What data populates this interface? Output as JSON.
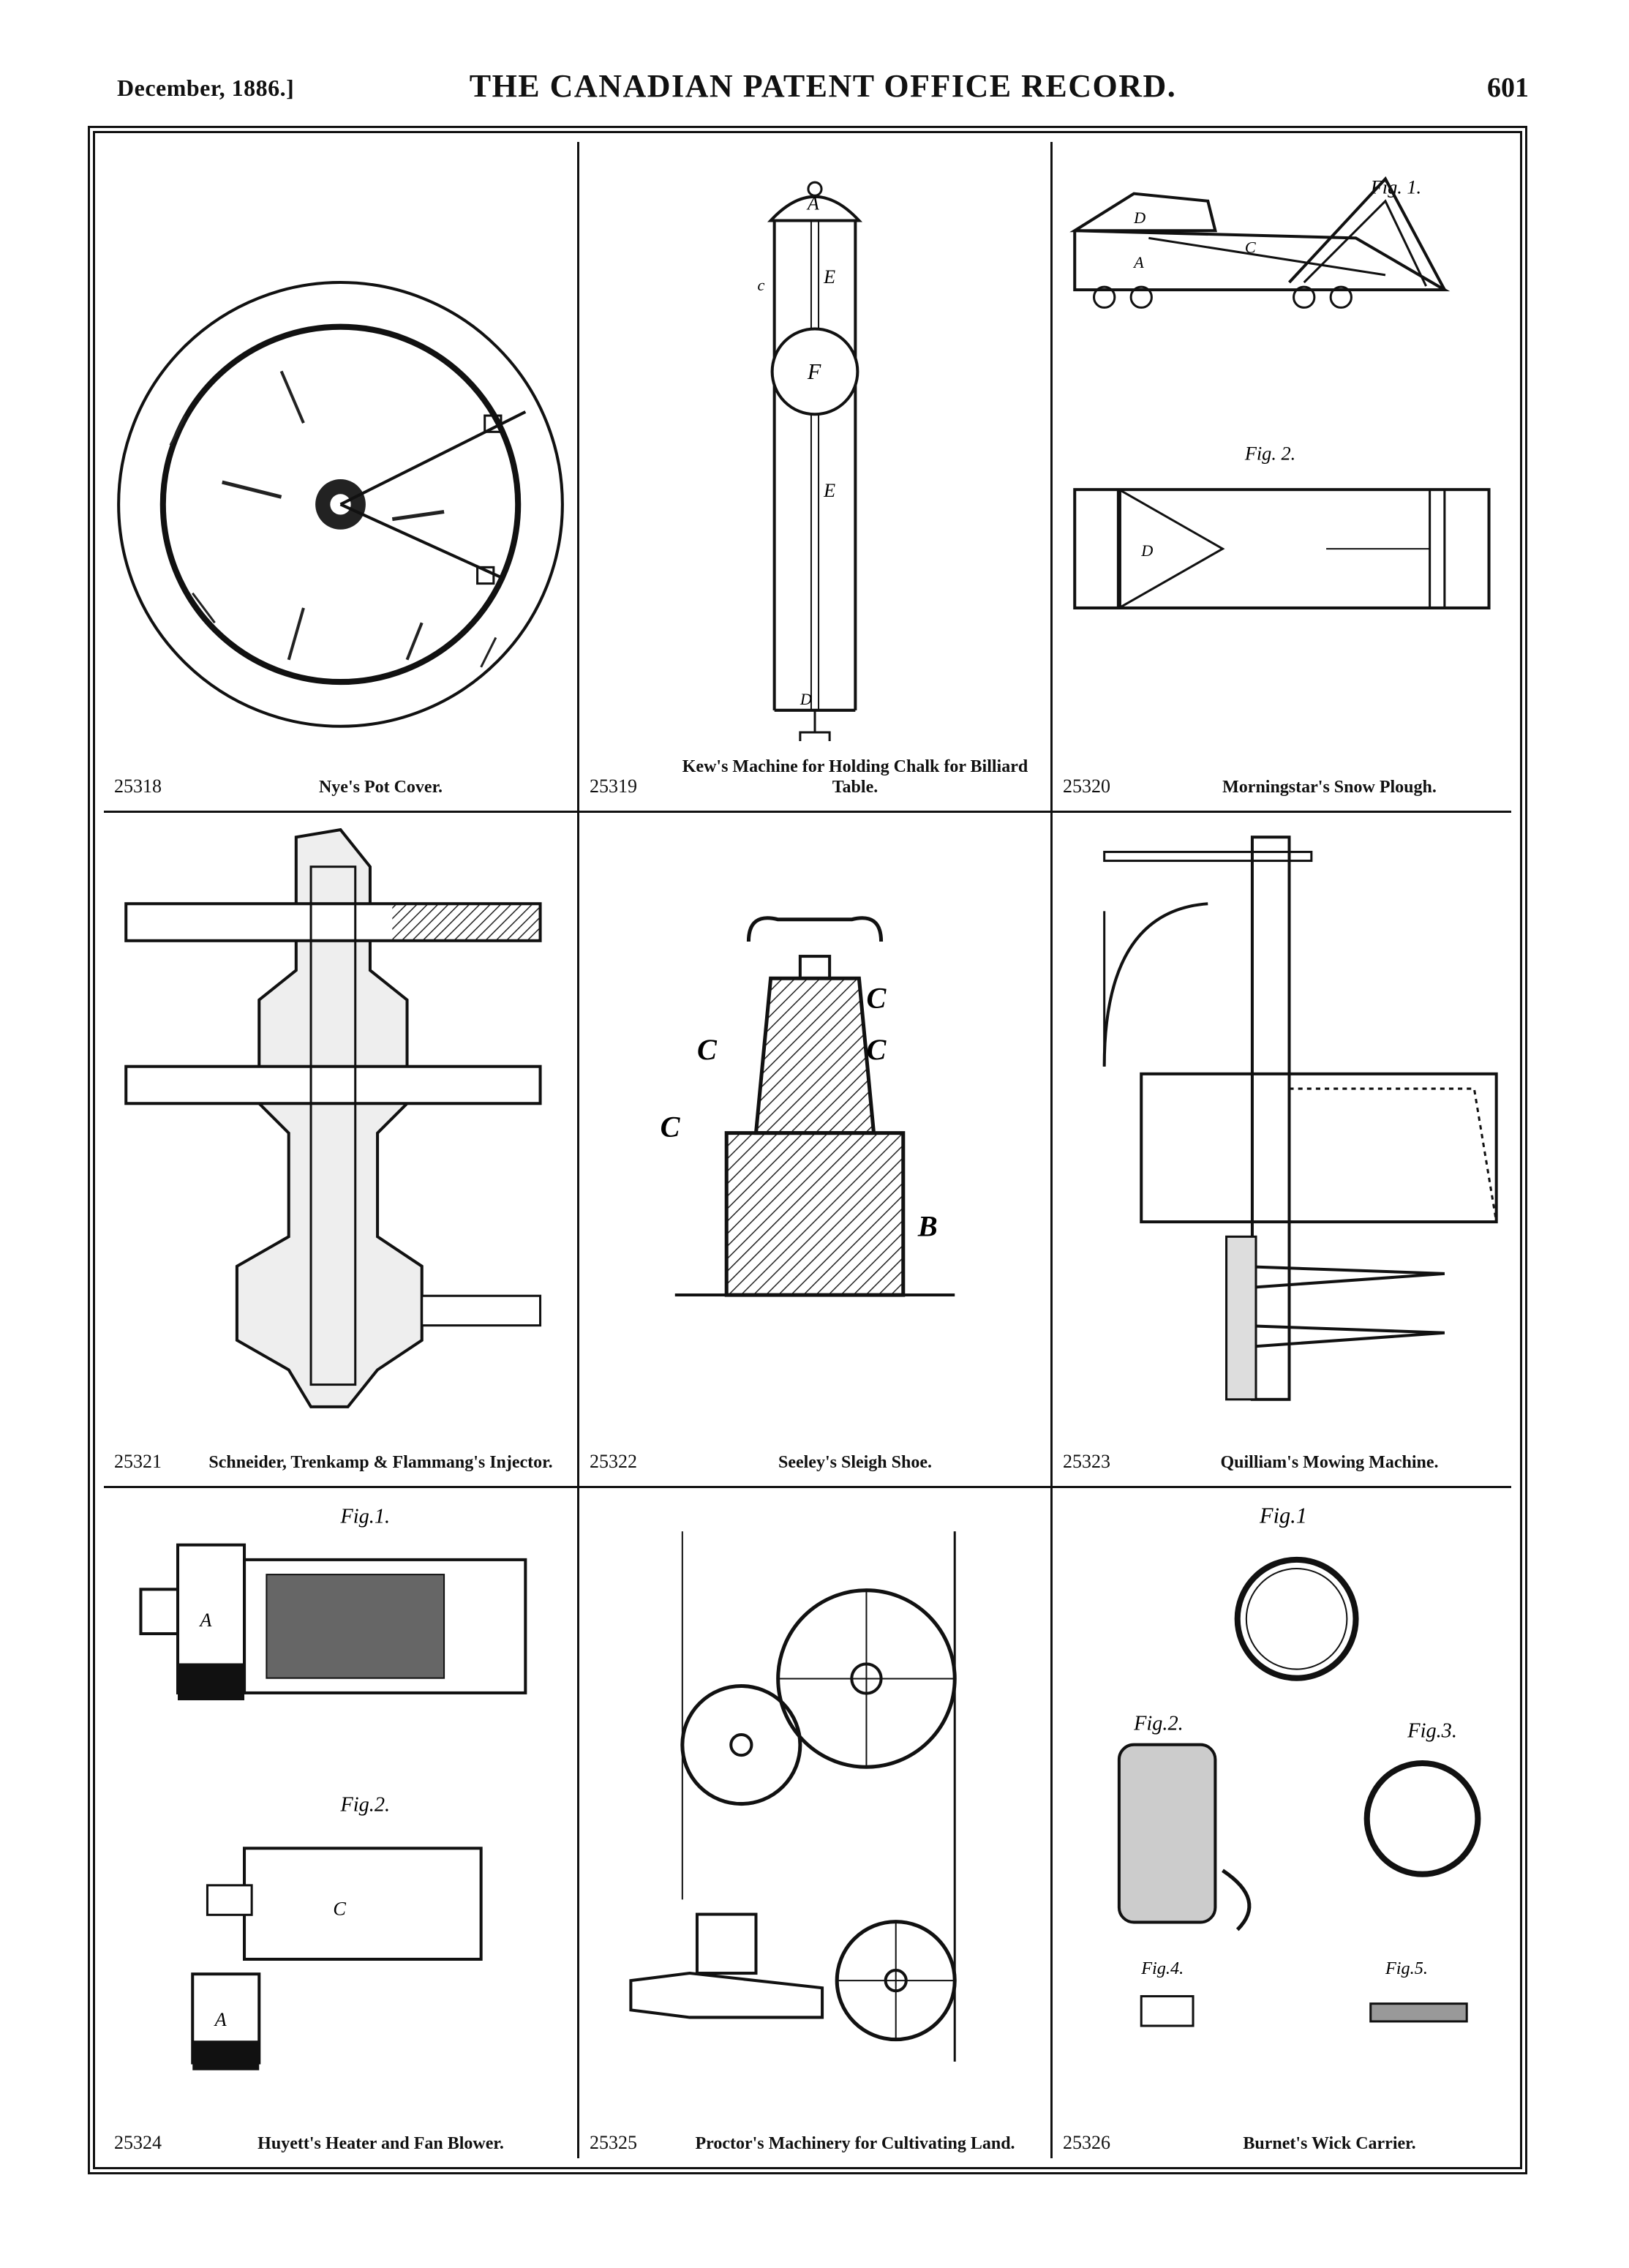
{
  "header": {
    "left": "December, 1886.]",
    "center": "THE CANADIAN PATENT OFFICE RECORD.",
    "right": "601"
  },
  "figures": [
    {
      "number": "25318",
      "title": "Nye's Pot Cover."
    },
    {
      "number": "25319",
      "title": "Kew's Machine for Holding Chalk for Billiard Table."
    },
    {
      "number": "25320",
      "title": "Morningstar's Snow Plough."
    },
    {
      "number": "25321",
      "title": "Schneider, Trenkamp & Flammang's Injector."
    },
    {
      "number": "25322",
      "title": "Seeley's Sleigh Shoe."
    },
    {
      "number": "25323",
      "title": "Quilliam's Mowing Machine."
    },
    {
      "number": "25324",
      "title": "Huyett's Heater and Fan Blower."
    },
    {
      "number": "25325",
      "title": "Proctor's Machinery for Cultivating Land."
    },
    {
      "number": "25326",
      "title": "Burnet's Wick Carrier."
    }
  ],
  "labels": {
    "f2_a": "A",
    "f2_f": "F",
    "f2_e1": "E",
    "f2_e2": "E",
    "f2_c": "c",
    "f2_d": "D",
    "f3_fig1": "Fig. 1.",
    "f3_fig2": "Fig. 2.",
    "f3_d1": "D",
    "f3_a": "A",
    "f3_c": "C",
    "f3_d2": "D",
    "f5_c": "C",
    "f5_c1a": "C",
    "f5_c1b": "C",
    "f5_c2": "C",
    "f5_b": "B",
    "f7_fig1": "Fig.1.",
    "f7_fig2": "Fig.2.",
    "f7_a1": "A",
    "f7_a2": "A",
    "f7_c": "C",
    "f9_fig1": "Fig.1",
    "f9_fig2": "Fig.2.",
    "f9_fig3": "Fig.3.",
    "f9_fig4": "Fig.4.",
    "f9_fig5": "Fig.5."
  }
}
